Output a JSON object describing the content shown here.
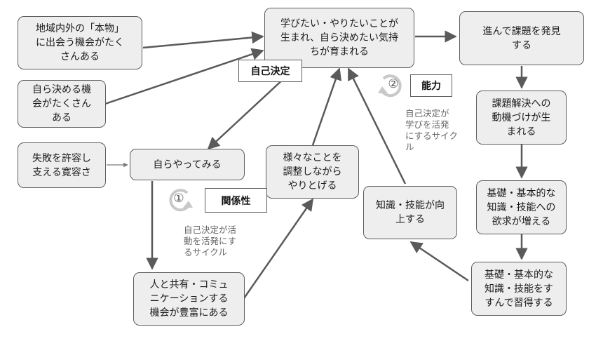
{
  "nodes": {
    "real_things": "地域内外の「本物」\nに出会う機会がたく\nさんある",
    "decide_opportunity": "自ら決める機\n会がたくさん\nある",
    "tolerance": "失敗を許容し\n支える寛容さ",
    "want_to_learn": "学びたい・やりたいことが\n生まれ、自ら決めたい気持\nちが育まれる",
    "discover_issues": "進んで課題を発見\nする",
    "motivation": "課題解決への\n動機づけが生\nまれる",
    "desire_basics": "基礎・基本的な\n知識・技能への\n欲求が増える",
    "master_basics": "基礎・基本的な\n知識・技能をす\nすんで習得する",
    "skill_up": "知識・技能が向\n上する",
    "try_yourself": "自らやってみる",
    "coordinate": "様々なことを\n調整しながら\nやりとげる",
    "share_communicate": "人と共有・コミュ\nニケーションする\n機会が豊富にある"
  },
  "tags": {
    "self_decision": "自己決定",
    "relatedness": "関係性",
    "competence": "能力"
  },
  "cycles": {
    "cycle1_number": "①",
    "cycle2_number": "②"
  },
  "notes": {
    "cycle1": "自己決定が活\n動を活発にす\nるサイクル",
    "cycle2": "自己決定が\n学びを活発\nにするサイク\nル"
  },
  "colors": {
    "node_fill": "#eeeeee",
    "border": "#5e5e5e",
    "arrow": "#5a5a5a",
    "cycle_icon": "#c8c8c8"
  }
}
